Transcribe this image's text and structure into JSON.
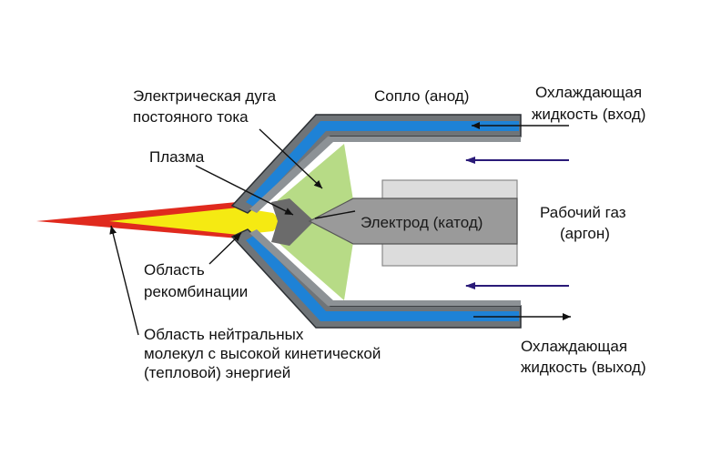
{
  "labels": {
    "arc_line1": "Электрическая дуга",
    "arc_line2": "постояного тока",
    "nozzle": "Сопло (анод)",
    "coolant_in_line1": "Охлаждающая",
    "coolant_in_line2": "жидкость (вход)",
    "plasma": "Плазма",
    "electrode": "Электрод (катод)",
    "work_gas_line1": "Рабочий газ",
    "work_gas_line2": "(аргон)",
    "recombination_line1": "Область",
    "recombination_line2": "рекомбинации",
    "neutral_line1": "Область нейтральных",
    "neutral_line2": "молекул с высокой кинетической",
    "neutral_line3": "(тепловой) энергией",
    "coolant_out_line1": "Охлаждающая",
    "coolant_out_line2": "жидкость (выход)"
  },
  "colors": {
    "coolant_channel": "#1e82d6",
    "nozzle_wall": "#6f7478",
    "nozzle_edge": "#2b2f33",
    "electrode_body": "#dcdcdc",
    "electrode_tip": "#9a9a9a",
    "arc_zone": "#b7db86",
    "plasma_core": "#6b6b6b",
    "flame_outer": "#e02a1e",
    "flame_inner": "#f5ea12",
    "gas_arrow": "#2a1a78",
    "leader": "#111111"
  }
}
